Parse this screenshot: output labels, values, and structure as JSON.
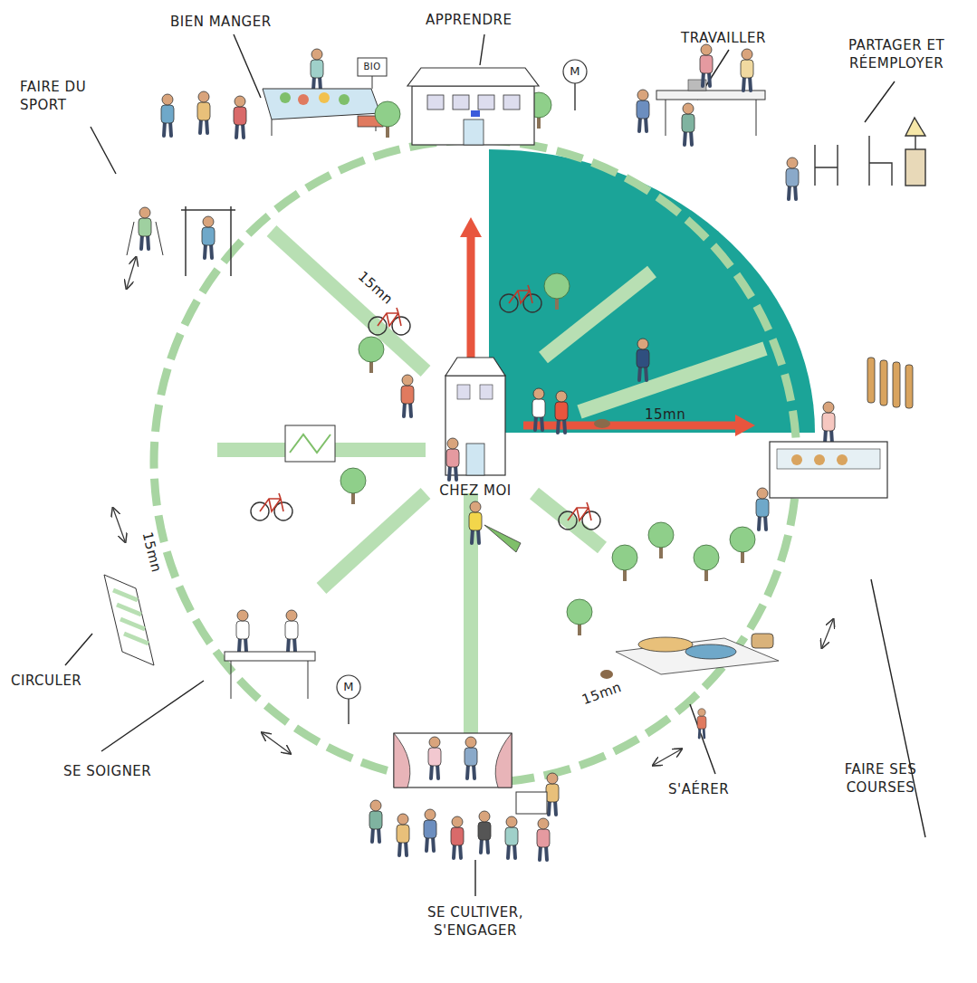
{
  "diagram": {
    "labels": [
      "BIEN MANGER",
      "APPRENDRE",
      "TRAVAILLER",
      "PARTAGER ET RÉEMPLOYER",
      "BIO",
      "M",
      "FAIRE DU SPORT",
      "15mn",
      "CHEZ MOI",
      "15mn",
      "15mn",
      "CIRCULER",
      "M",
      "SE SOIGNER",
      "15mn",
      "SE CULTIVER, S'ENGAGER",
      "S'AÉRER",
      "FAIRE SES COURSES"
    ]
  }
}
